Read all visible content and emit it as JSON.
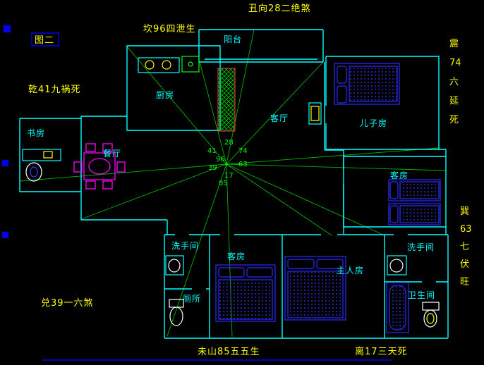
{
  "meta": {
    "background": "#000000",
    "colors": {
      "wall": "#00ffff",
      "annotation": "#ffff00",
      "ray": "#00b400",
      "furniture_blue": "#2a2aff",
      "dining_magenta": "#ff00ff",
      "cabinet_red": "#ff3333",
      "hatch_green": "#00cc00"
    }
  },
  "fengshui": {
    "figure": "图二",
    "top": "丑向28二绝煞",
    "kan": "坎96四泄生",
    "qian": "乾41九祸死",
    "dui": "兑39一六煞",
    "wei": "未山85五五生",
    "li": "离17三天死",
    "zhen_lines": [
      "震",
      "74",
      "六",
      "延",
      "死"
    ],
    "xun_lines": [
      "巽",
      "63",
      "七",
      "伏",
      "旺"
    ]
  },
  "rooms": {
    "balcony": "阳台",
    "kitchen": "厨房",
    "living": "客厅",
    "son_room": "儿子房",
    "study": "书房",
    "dining": "餐厅",
    "guest_right": "客房",
    "bath_left": "洗手间",
    "guest_bottom": "客房",
    "master": "主人房",
    "bath_right": "洗手间",
    "toilet": "厕所",
    "bathroom": "卫生间"
  },
  "center_numbers": {
    "n41": "41",
    "n28": "28",
    "n74": "74",
    "n96": "96",
    "n39": "39",
    "n63": "63",
    "n17": "17",
    "n85": "85"
  }
}
